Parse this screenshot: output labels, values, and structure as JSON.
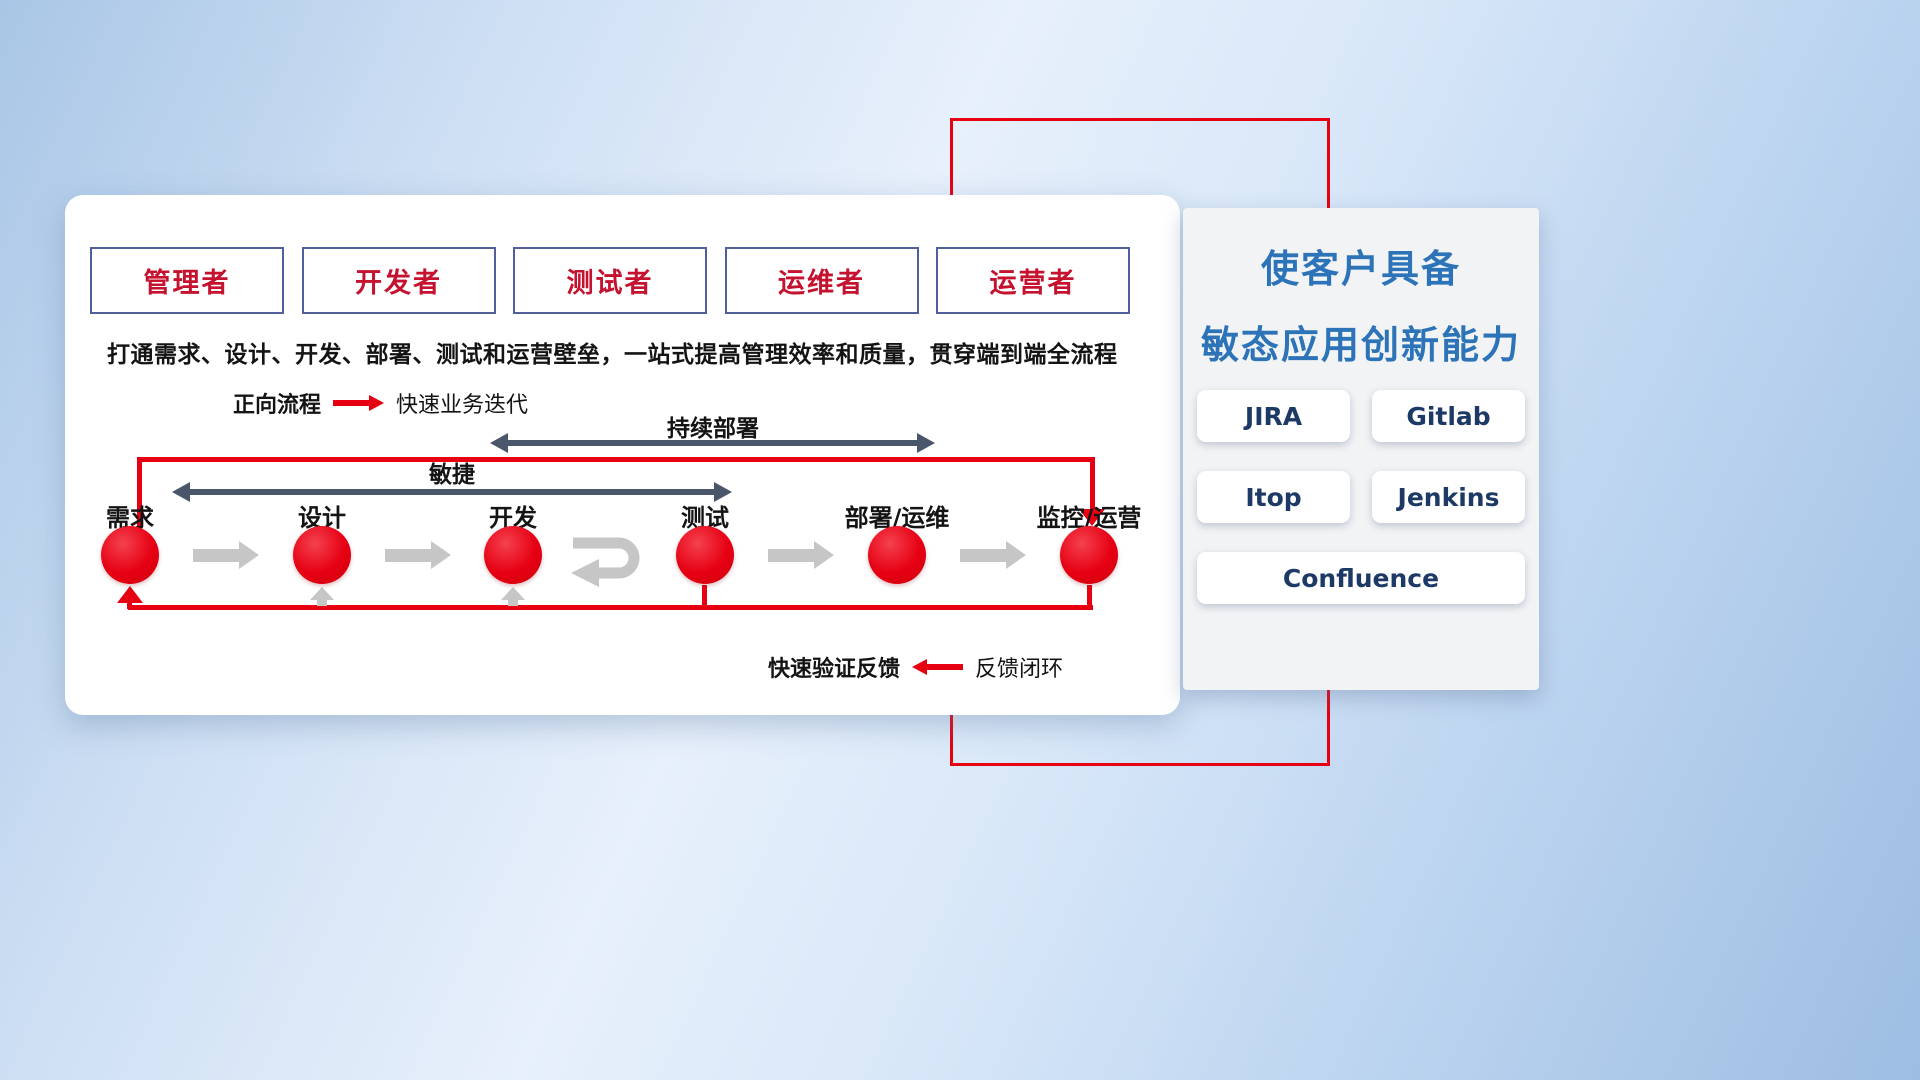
{
  "colors": {
    "accent_red": "#e60012",
    "dark_arrow": "#4a576b",
    "gray_arrow": "#c6c6c6",
    "title_blue": "#2c73b8",
    "role_red": "#c4122f",
    "tool_text": "#1d3a66"
  },
  "roles": [
    {
      "label": "管理者"
    },
    {
      "label": "开发者"
    },
    {
      "label": "测试者"
    },
    {
      "label": "运维者"
    },
    {
      "label": "运营者"
    }
  ],
  "subtitle": "打通需求、设计、开发、部署、测试和运营壁垒，一站式提高管理效率和质量，贯穿端到端全流程",
  "legend_forward": {
    "label": "正向流程",
    "desc": "快速业务迭代"
  },
  "flow": {
    "continuous_deploy_label": "持续部署",
    "agile_label": "敏捷",
    "nodes": [
      {
        "label": "需求"
      },
      {
        "label": "设计"
      },
      {
        "label": "开发"
      },
      {
        "label": "测试"
      },
      {
        "label": "部署/运维"
      },
      {
        "label": "监控/运营"
      }
    ]
  },
  "legend_feedback": {
    "label": "快速验证反馈",
    "desc": "反馈闭环"
  },
  "panel": {
    "title_line1": "使客户具备",
    "title_line2": "敏态应用创新能力",
    "tools": [
      "JIRA",
      "Gitlab",
      "Itop",
      "Jenkins",
      "Confluence"
    ]
  }
}
